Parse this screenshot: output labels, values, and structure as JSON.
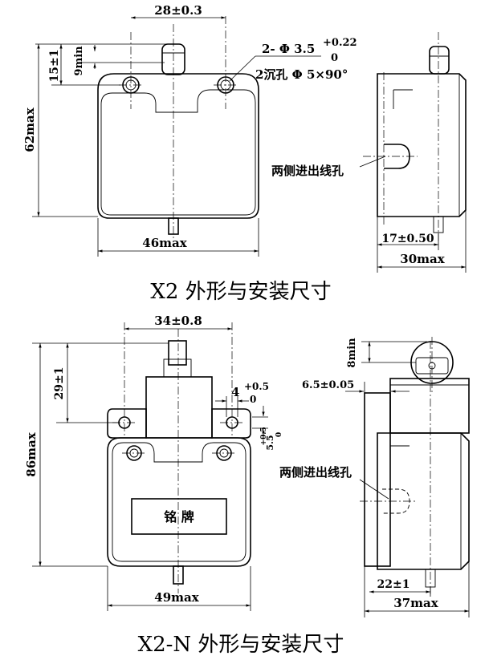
{
  "x2": {
    "dims": {
      "hole_spacing": "28±0.3",
      "height_15": "15±1",
      "min_9": "9min",
      "height_62": "62max",
      "width_46": "46max",
      "hole_spec_1": "2- Φ 3.5",
      "tol_upper": "+0.22",
      "tol_lower": "0",
      "hole_spec_2": "2沉孔 Φ 5×90°",
      "side_17": "17±0.50",
      "side_30": "30max"
    },
    "side_note": "两侧进出线孔",
    "caption": "X2 外形与安装尺寸"
  },
  "x2n": {
    "dims": {
      "hole_spacing": "34±0.8",
      "height_29": "29±1",
      "height_86": "86max",
      "width_49": "49max",
      "slot_4": "4",
      "slot_4_upper": "+0.5",
      "slot_4_lower": "0",
      "slot_55": "5.5",
      "slot_55_upper": "+0.5",
      "slot_55_lower": "0",
      "min_8": "8min",
      "side_65": "6.5±0.05",
      "side_22": "22±1",
      "side_37": "37max"
    },
    "nameplate": "铭 牌",
    "side_note": "两侧进出线孔",
    "caption": "X2-N 外形与安装尺寸"
  }
}
